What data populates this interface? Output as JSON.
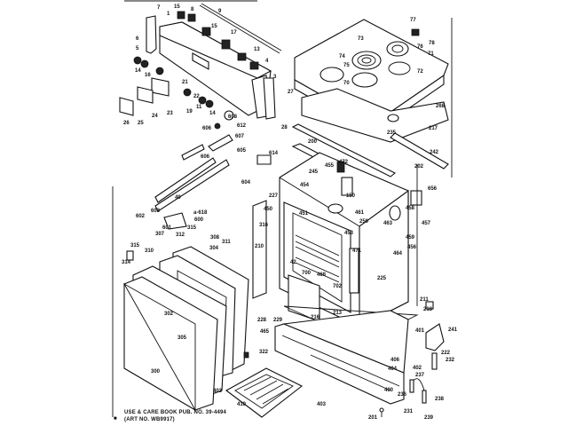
{
  "footer": {
    "line1": "USE & CARE BOOK PUB. NO. 39-4494",
    "line2": "(ART NO. WB9917)",
    "mark": "■"
  },
  "labels": [
    "7",
    "15",
    "8",
    "9",
    "1",
    "15",
    "17",
    "6",
    "13",
    "5",
    "4",
    "3",
    "14",
    "16",
    "21",
    "22",
    "23",
    "24",
    "25",
    "26",
    "19",
    "11",
    "14",
    "608",
    "612",
    "606",
    "28",
    "77",
    "78",
    "73",
    "76",
    "74",
    "71",
    "75",
    "72",
    "70",
    "27",
    "268",
    "235",
    "217",
    "242",
    "200",
    "614",
    "472",
    "202",
    "607",
    "605",
    "606",
    "604",
    "40",
    "227",
    "450",
    "603",
    "a-618",
    "602",
    "600",
    "601",
    "315",
    "316",
    "308",
    "307",
    "312",
    "304",
    "311",
    "210",
    "315",
    "310",
    "314",
    "245",
    "455",
    "454",
    "150",
    "461",
    "451",
    "453",
    "250",
    "656",
    "458",
    "457",
    "463",
    "459",
    "456",
    "464",
    "471",
    "42",
    "700",
    "468",
    "702",
    "225",
    "213",
    "216",
    "228",
    "211",
    "218",
    "229",
    "465",
    "401",
    "241",
    "322",
    "222",
    "232",
    "406",
    "404",
    "402",
    "237",
    "400",
    "236",
    "238",
    "403",
    "231",
    "201",
    "239",
    "300",
    "302",
    "305",
    "403",
    "410"
  ]
}
